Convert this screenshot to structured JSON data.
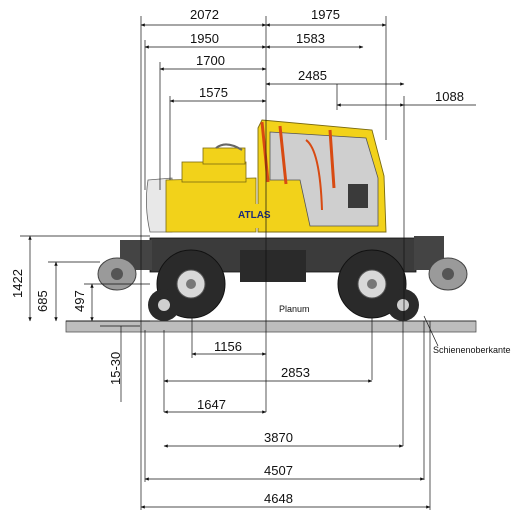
{
  "diagram": {
    "top_dimensions": [
      "2072",
      "1975",
      "1950",
      "1583",
      "1700",
      "2485",
      "1575",
      "1088"
    ],
    "left_dimensions": [
      "1422",
      "685",
      "497",
      "15-30"
    ],
    "bottom_dimensions": [
      "1156",
      "2853",
      "1647",
      "3870",
      "4507",
      "4648"
    ],
    "labels": {
      "planum": "Planum",
      "rail_top": "Schienenoberkante",
      "brand": "ATLAS"
    },
    "colors": {
      "body": "#f2d21a",
      "body_shade": "#caa90f",
      "cab_frame": "#d84a12",
      "undercarriage": "#2a2a2a",
      "ground": "#bdbdbd"
    }
  }
}
